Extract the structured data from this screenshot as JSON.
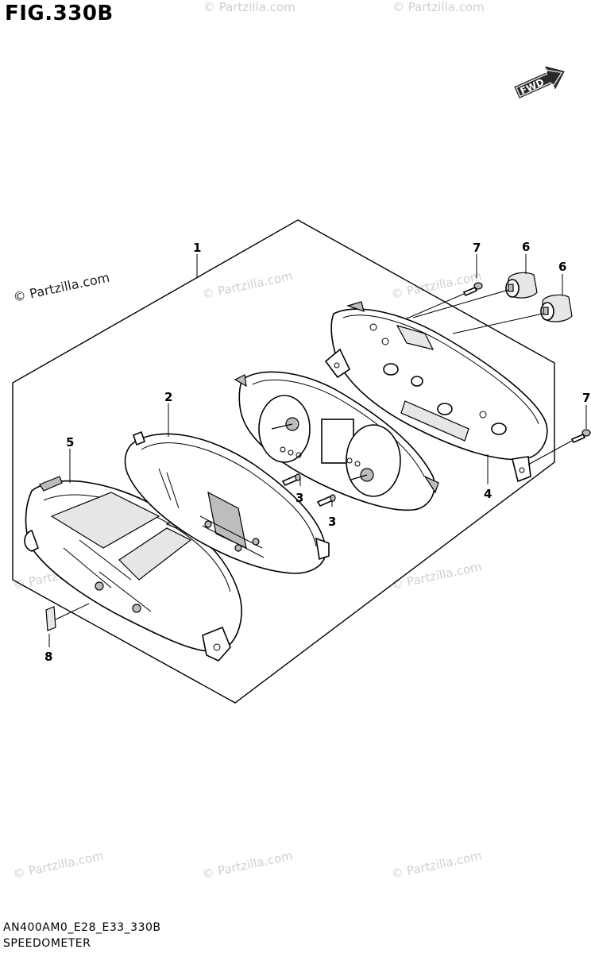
{
  "header": {
    "figure_title": "FIG.330B"
  },
  "footer": {
    "diagram_code": "AN400AM0_E28_E33_330B",
    "diagram_name": "SPEEDOMETER"
  },
  "direction_badge": {
    "label": "FWD"
  },
  "watermark": {
    "text": "© Partzilla.com"
  },
  "callouts": [
    {
      "id": "c1",
      "label": "1",
      "part": "speedometer-assembly"
    },
    {
      "id": "c2",
      "label": "2",
      "part": "gasket-frame"
    },
    {
      "id": "c3a",
      "label": "3",
      "part": "bulb"
    },
    {
      "id": "c3b",
      "label": "3",
      "part": "bulb"
    },
    {
      "id": "c4",
      "label": "4",
      "part": "rear-case"
    },
    {
      "id": "c5",
      "label": "5",
      "part": "front-cover"
    },
    {
      "id": "c6a",
      "label": "6",
      "part": "damper"
    },
    {
      "id": "c6b",
      "label": "6",
      "part": "damper"
    },
    {
      "id": "c7a",
      "label": "7",
      "part": "screw"
    },
    {
      "id": "c7b",
      "label": "7",
      "part": "screw"
    },
    {
      "id": "c8",
      "label": "8",
      "part": "pad"
    }
  ]
}
